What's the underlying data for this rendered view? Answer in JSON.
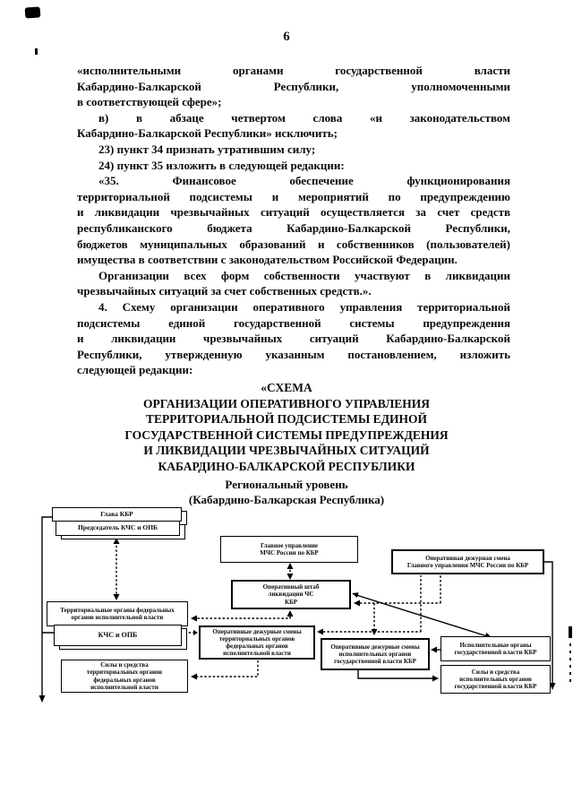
{
  "page": {
    "number": "6"
  },
  "colors": {
    "ink": "#0a0a0a",
    "paper": "#ffffff"
  },
  "body": {
    "lines": [
      "«исполнительными органами государственной власти",
      "Кабардино-Балкарской Республики, уполномоченными",
      "в соответствующей сфере»;",
      "в) в абзаце четвертом слова «и законодательством",
      "Кабардино-Балкарской Республики» исключить;",
      "23) пункт 34 признать утратившим силу;",
      "24) пункт 35 изложить в следующей редакции:",
      "«35. Финансовое обеспечение функционирования",
      "территориальной подсистемы и мероприятий по предупреждению",
      "и ликвидации чрезвычайных ситуаций осуществляется за счет средств",
      "республиканского бюджета Кабардино-Балкарской Республики,",
      "бюджетов муниципальных образований и собственников (пользователей)",
      "имущества в соответствии с законодательством Российской Федерации.",
      "Организации всех форм собственности участвуют в ликвидации",
      "чрезвычайных ситуаций за счет собственных средств.».",
      "4. Схему организации оперативного управления территориальной",
      "подсистемы единой государственной системы предупреждения",
      "и ликвидации чрезвычайных ситуаций Кабардино-Балкарской",
      "Республики, утвержденную указанным постановлением, изложить",
      "следующей редакции:"
    ]
  },
  "heading": {
    "lines": [
      "«СХЕМА",
      "ОРГАНИЗАЦИИ ОПЕРАТИВНОГО УПРАВЛЕНИЯ",
      "ТЕРРИТОРИАЛЬНОЙ ПОДСИСТЕМЫ ЕДИНОЙ",
      "ГОСУДАРСТВЕННОЙ СИСТЕМЫ ПРЕДУПРЕЖДЕНИЯ",
      "И ЛИКВИДАЦИИ ЧРЕЗВЫЧАЙНЫХ СИТУАЦИЙ",
      "КАБАРДИНО-БАЛКАРСКОЙ РЕСПУБЛИКИ"
    ]
  },
  "subtitle": {
    "line1": "Региональный уровень",
    "line2": "(Кабардино-Балкарская Республика)"
  },
  "diagram": {
    "boxes": {
      "glava": {
        "lines": [
          "Глава КБР"
        ]
      },
      "predsedatel": {
        "lines": [
          "Председатель КЧС и ОПБ"
        ]
      },
      "gu_mchs": {
        "lines": [
          "Главное управление",
          "МЧС России по КБР"
        ]
      },
      "shtab": {
        "lines": [
          "Оперативный штаб",
          "ликвидации ЧС",
          "КБР"
        ]
      },
      "ods_gu": {
        "lines": [
          "Оперативная дежурная смена",
          "Главного управления МЧС России по КБР"
        ]
      },
      "terr": {
        "lines": [
          "Территориальные органы федеральных",
          "органов исполнительной власти"
        ]
      },
      "kchs": {
        "lines": [
          "КЧС и ОПБ"
        ]
      },
      "sily_terr": {
        "lines": [
          "Силы и средства",
          "территориальных органов",
          "федеральных органов",
          "исполнительной власти"
        ]
      },
      "ods_terr": {
        "lines": [
          "Оперативные дежурные смены",
          "территориальных органов",
          "федеральных органов",
          "исполнительной власти"
        ]
      },
      "ods_isp": {
        "lines": [
          "Оперативные дежурные смены",
          "исполнительных органов",
          "государственной власти КБР"
        ]
      },
      "isp": {
        "lines": [
          "Исполнительные органы",
          "государственной власти КБР"
        ]
      },
      "sily_isp": {
        "lines": [
          "Силы и средства",
          "исполнительных органов",
          "государственной власти КБР"
        ]
      }
    }
  }
}
